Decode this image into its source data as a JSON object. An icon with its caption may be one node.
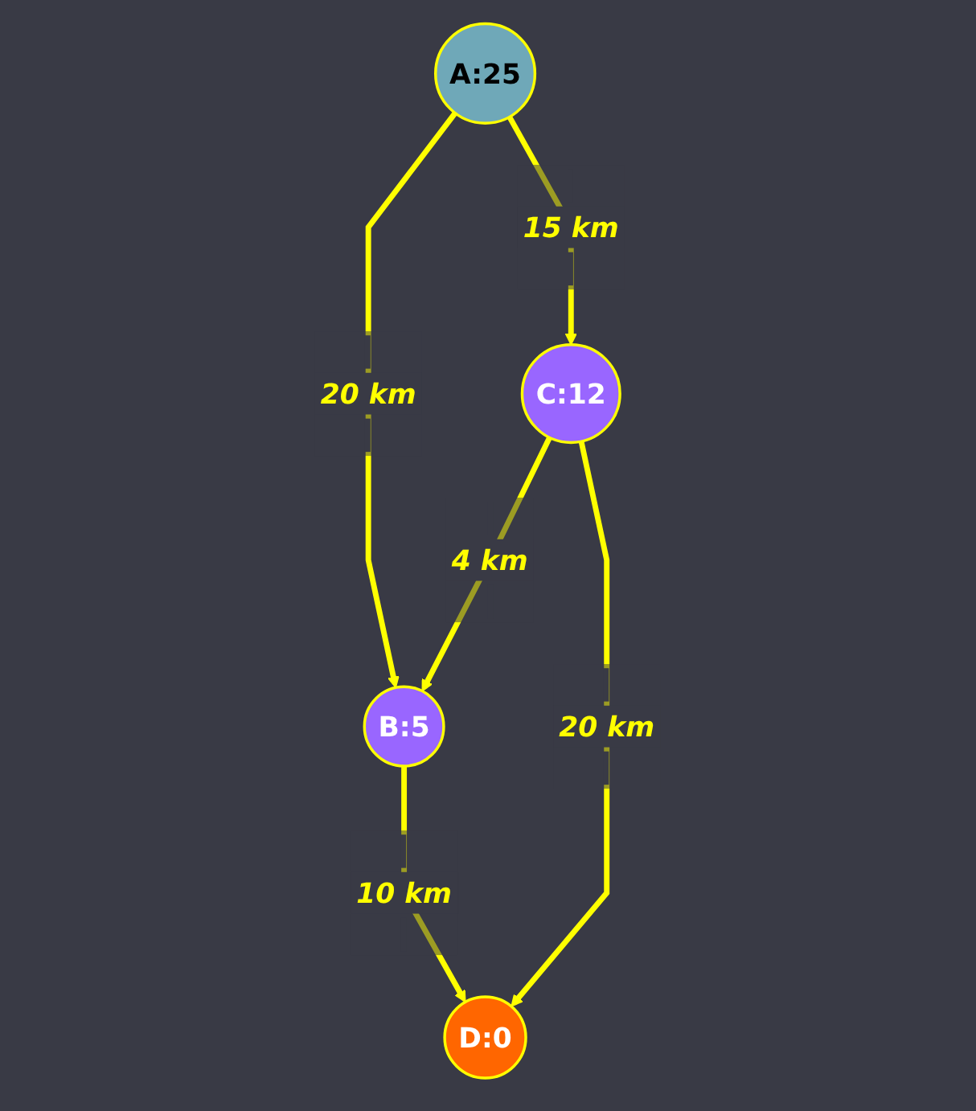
{
  "diagram": {
    "nodes": [
      {
        "text": [
          "A:25"
        ]
      },
      {
        "text": [
          "B:5"
        ]
      },
      {
        "text": [
          "C:12"
        ]
      },
      {
        "text": [
          "D:0"
        ]
      }
    ],
    "edges": [
      {
        "from": 0,
        "to": 1,
        "arrow": "to",
        "label": "20 km"
      },
      {
        "from": 0,
        "to": 2,
        "arrow": "to",
        "label": "15 km"
      },
      {
        "from": 2,
        "to": 1,
        "arrow": "to",
        "label": "4 km"
      },
      {
        "from": 1,
        "to": 3,
        "arrow": "to",
        "label": "10 km"
      },
      {
        "from": 2,
        "to": 3,
        "arrow": "to",
        "label": "20 km"
      }
    ]
  }
}
